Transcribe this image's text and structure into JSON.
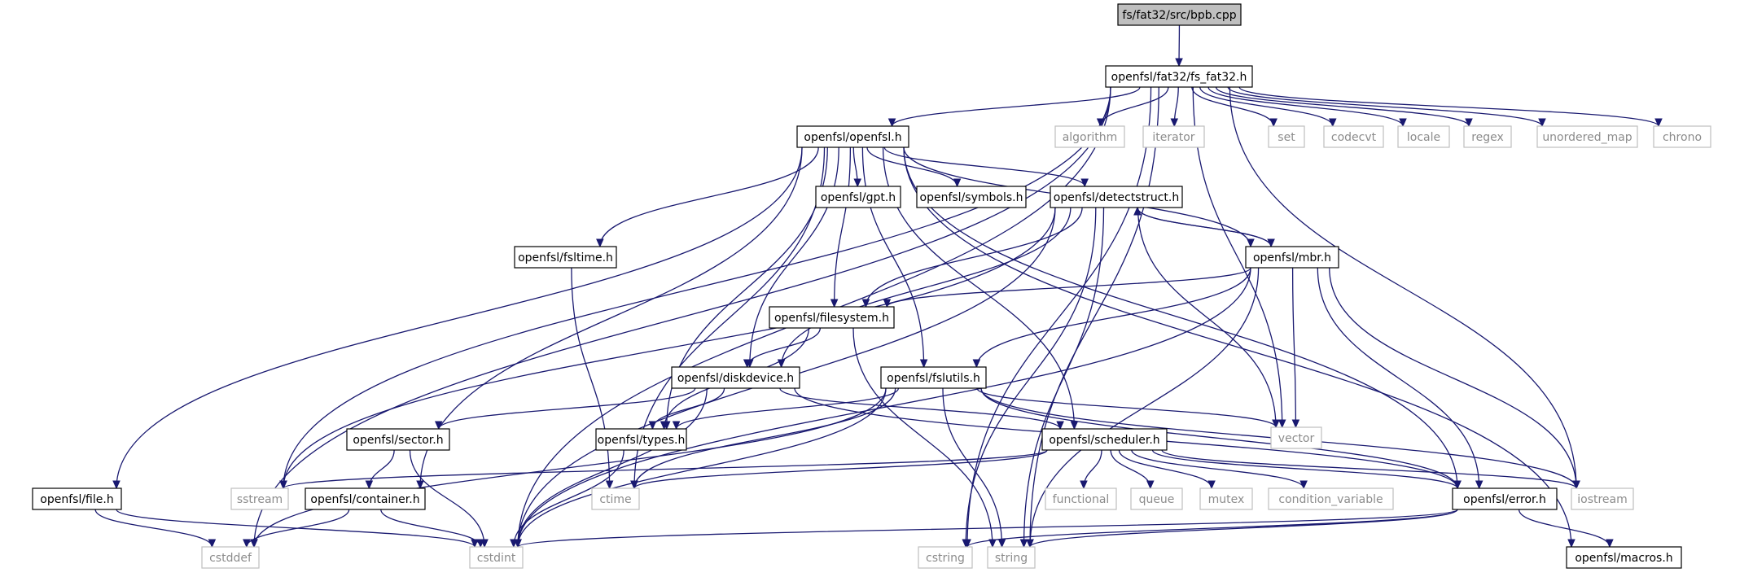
{
  "graph": {
    "title": "fs/fat32/src/bpb.cpp include dependency graph",
    "colors": {
      "edge": "#191970",
      "root_fill": "#bfbfbf",
      "local_border": "#000000",
      "system_border": "#bfbfbf",
      "system_text": "#8c8c8c"
    },
    "nodes": {
      "bpb_cpp": {
        "label": "fs/fat32/src/bpb.cpp",
        "kind": "root"
      },
      "fs_fat32_h": {
        "label": "openfsl/fat32/fs_fat32.h",
        "kind": "local"
      },
      "openfsl_h": {
        "label": "openfsl/openfsl.h",
        "kind": "local"
      },
      "algorithm": {
        "label": "algorithm",
        "kind": "system"
      },
      "iterator": {
        "label": "iterator",
        "kind": "system"
      },
      "set": {
        "label": "set",
        "kind": "system"
      },
      "codecvt": {
        "label": "codecvt",
        "kind": "system"
      },
      "locale": {
        "label": "locale",
        "kind": "system"
      },
      "regex": {
        "label": "regex",
        "kind": "system"
      },
      "unordered_map": {
        "label": "unordered_map",
        "kind": "system"
      },
      "chrono": {
        "label": "chrono",
        "kind": "system"
      },
      "gpt_h": {
        "label": "openfsl/gpt.h",
        "kind": "local"
      },
      "symbols_h": {
        "label": "openfsl/symbols.h",
        "kind": "local"
      },
      "detectstruct_h": {
        "label": "openfsl/detectstruct.h",
        "kind": "local"
      },
      "fsltime_h": {
        "label": "openfsl/fsltime.h",
        "kind": "local"
      },
      "mbr_h": {
        "label": "openfsl/mbr.h",
        "kind": "local"
      },
      "filesystem_h": {
        "label": "openfsl/filesystem.h",
        "kind": "local"
      },
      "diskdevice_h": {
        "label": "openfsl/diskdevice.h",
        "kind": "local"
      },
      "fslutils_h": {
        "label": "openfsl/fslutils.h",
        "kind": "local"
      },
      "vector": {
        "label": "vector",
        "kind": "system"
      },
      "sector_h": {
        "label": "openfsl/sector.h",
        "kind": "local"
      },
      "types_h": {
        "label": "openfsl/types.h",
        "kind": "local"
      },
      "scheduler_h": {
        "label": "openfsl/scheduler.h",
        "kind": "local"
      },
      "file_h": {
        "label": "openfsl/file.h",
        "kind": "local"
      },
      "sstream": {
        "label": "sstream",
        "kind": "system"
      },
      "container_h": {
        "label": "openfsl/container.h",
        "kind": "local"
      },
      "ctime": {
        "label": "ctime",
        "kind": "system"
      },
      "functional": {
        "label": "functional",
        "kind": "system"
      },
      "queue": {
        "label": "queue",
        "kind": "system"
      },
      "mutex": {
        "label": "mutex",
        "kind": "system"
      },
      "condition_variable": {
        "label": "condition_variable",
        "kind": "system"
      },
      "error_h": {
        "label": "openfsl/error.h",
        "kind": "local"
      },
      "iostream": {
        "label": "iostream",
        "kind": "system"
      },
      "cstddef": {
        "label": "cstddef",
        "kind": "system"
      },
      "cstdint": {
        "label": "cstdint",
        "kind": "system"
      },
      "cstring": {
        "label": "cstring",
        "kind": "system"
      },
      "string": {
        "label": "string",
        "kind": "system"
      },
      "macros_h": {
        "label": "openfsl/macros.h",
        "kind": "local"
      }
    },
    "edges": [
      [
        "bpb_cpp",
        "fs_fat32_h"
      ],
      [
        "fs_fat32_h",
        "openfsl_h"
      ],
      [
        "fs_fat32_h",
        "algorithm"
      ],
      [
        "fs_fat32_h",
        "iterator"
      ],
      [
        "fs_fat32_h",
        "set"
      ],
      [
        "fs_fat32_h",
        "codecvt"
      ],
      [
        "fs_fat32_h",
        "locale"
      ],
      [
        "fs_fat32_h",
        "regex"
      ],
      [
        "fs_fat32_h",
        "unordered_map"
      ],
      [
        "fs_fat32_h",
        "chrono"
      ],
      [
        "fs_fat32_h",
        "iostream"
      ],
      [
        "fs_fat32_h",
        "vector"
      ],
      [
        "fs_fat32_h",
        "string"
      ],
      [
        "fs_fat32_h",
        "sstream"
      ],
      [
        "fs_fat32_h",
        "cstddef"
      ],
      [
        "fs_fat32_h",
        "cstdint"
      ],
      [
        "fs_fat32_h",
        "cstring"
      ],
      [
        "openfsl_h",
        "gpt_h"
      ],
      [
        "openfsl_h",
        "symbols_h"
      ],
      [
        "openfsl_h",
        "detectstruct_h"
      ],
      [
        "openfsl_h",
        "fsltime_h"
      ],
      [
        "openfsl_h",
        "mbr_h"
      ],
      [
        "openfsl_h",
        "filesystem_h"
      ],
      [
        "openfsl_h",
        "diskdevice_h"
      ],
      [
        "openfsl_h",
        "fslutils_h"
      ],
      [
        "openfsl_h",
        "types_h"
      ],
      [
        "openfsl_h",
        "scheduler_h"
      ],
      [
        "openfsl_h",
        "file_h"
      ],
      [
        "openfsl_h",
        "container_h"
      ],
      [
        "openfsl_h",
        "error_h"
      ],
      [
        "openfsl_h",
        "macros_h"
      ],
      [
        "openfsl_h",
        "ctime"
      ],
      [
        "detectstruct_h",
        "mbr_h"
      ],
      [
        "detectstruct_h",
        "filesystem_h"
      ],
      [
        "detectstruct_h",
        "diskdevice_h"
      ],
      [
        "detectstruct_h",
        "vector"
      ],
      [
        "detectstruct_h",
        "sstream"
      ],
      [
        "detectstruct_h",
        "cstdint"
      ],
      [
        "detectstruct_h",
        "cstring"
      ],
      [
        "detectstruct_h",
        "string"
      ],
      [
        "mbr_h",
        "detectstruct_h"
      ],
      [
        "mbr_h",
        "filesystem_h"
      ],
      [
        "mbr_h",
        "fslutils_h"
      ],
      [
        "mbr_h",
        "vector"
      ],
      [
        "mbr_h",
        "error_h"
      ],
      [
        "mbr_h",
        "iostream"
      ],
      [
        "mbr_h",
        "string"
      ],
      [
        "mbr_h",
        "cstdint"
      ],
      [
        "fsltime_h",
        "ctime"
      ],
      [
        "filesystem_h",
        "diskdevice_h"
      ],
      [
        "filesystem_h",
        "types_h"
      ],
      [
        "filesystem_h",
        "string"
      ],
      [
        "diskdevice_h",
        "sector_h"
      ],
      [
        "diskdevice_h",
        "types_h"
      ],
      [
        "diskdevice_h",
        "scheduler_h"
      ],
      [
        "diskdevice_h",
        "error_h"
      ],
      [
        "diskdevice_h",
        "cstdint"
      ],
      [
        "fslutils_h",
        "types_h"
      ],
      [
        "fslutils_h",
        "vector"
      ],
      [
        "fslutils_h",
        "ctime"
      ],
      [
        "fslutils_h",
        "cstddef"
      ],
      [
        "fslutils_h",
        "cstdint"
      ],
      [
        "fslutils_h",
        "string"
      ],
      [
        "fslutils_h",
        "error_h"
      ],
      [
        "fslutils_h",
        "iostream"
      ],
      [
        "sector_h",
        "container_h"
      ],
      [
        "sector_h",
        "cstdint"
      ],
      [
        "types_h",
        "cstdint"
      ],
      [
        "scheduler_h",
        "sstream"
      ],
      [
        "scheduler_h",
        "ctime"
      ],
      [
        "scheduler_h",
        "functional"
      ],
      [
        "scheduler_h",
        "queue"
      ],
      [
        "scheduler_h",
        "mutex"
      ],
      [
        "scheduler_h",
        "condition_variable"
      ],
      [
        "scheduler_h",
        "error_h"
      ],
      [
        "scheduler_h",
        "iostream"
      ],
      [
        "file_h",
        "cstddef"
      ],
      [
        "file_h",
        "cstdint"
      ],
      [
        "container_h",
        "cstddef"
      ],
      [
        "container_h",
        "cstdint"
      ],
      [
        "error_h",
        "cstdint"
      ],
      [
        "error_h",
        "cstring"
      ],
      [
        "error_h",
        "string"
      ],
      [
        "error_h",
        "macros_h"
      ]
    ]
  }
}
